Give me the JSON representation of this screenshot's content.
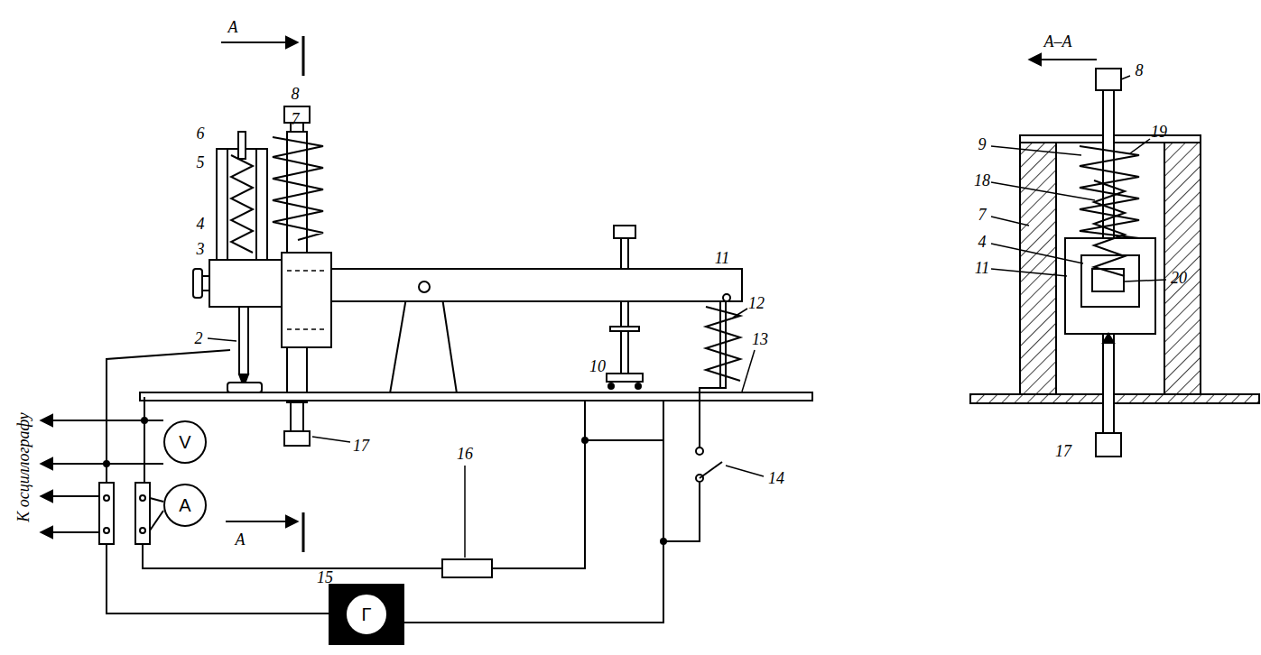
{
  "diagram": {
    "nodes": [
      {
        "text": [
          "V"
        ]
      },
      {
        "text": [
          "A"
        ]
      },
      {
        "text": [
          "Г"
        ]
      }
    ],
    "labels": [
      "А",
      "8",
      "7",
      "6",
      "5",
      "4",
      "3",
      "2",
      "11",
      "12",
      "10",
      "13",
      "17",
      "А",
      "14",
      "16",
      "15",
      "К осциллографу",
      "А–А",
      "8",
      "9",
      "19",
      "18",
      "7",
      "4",
      "11",
      "20",
      "17"
    ]
  }
}
